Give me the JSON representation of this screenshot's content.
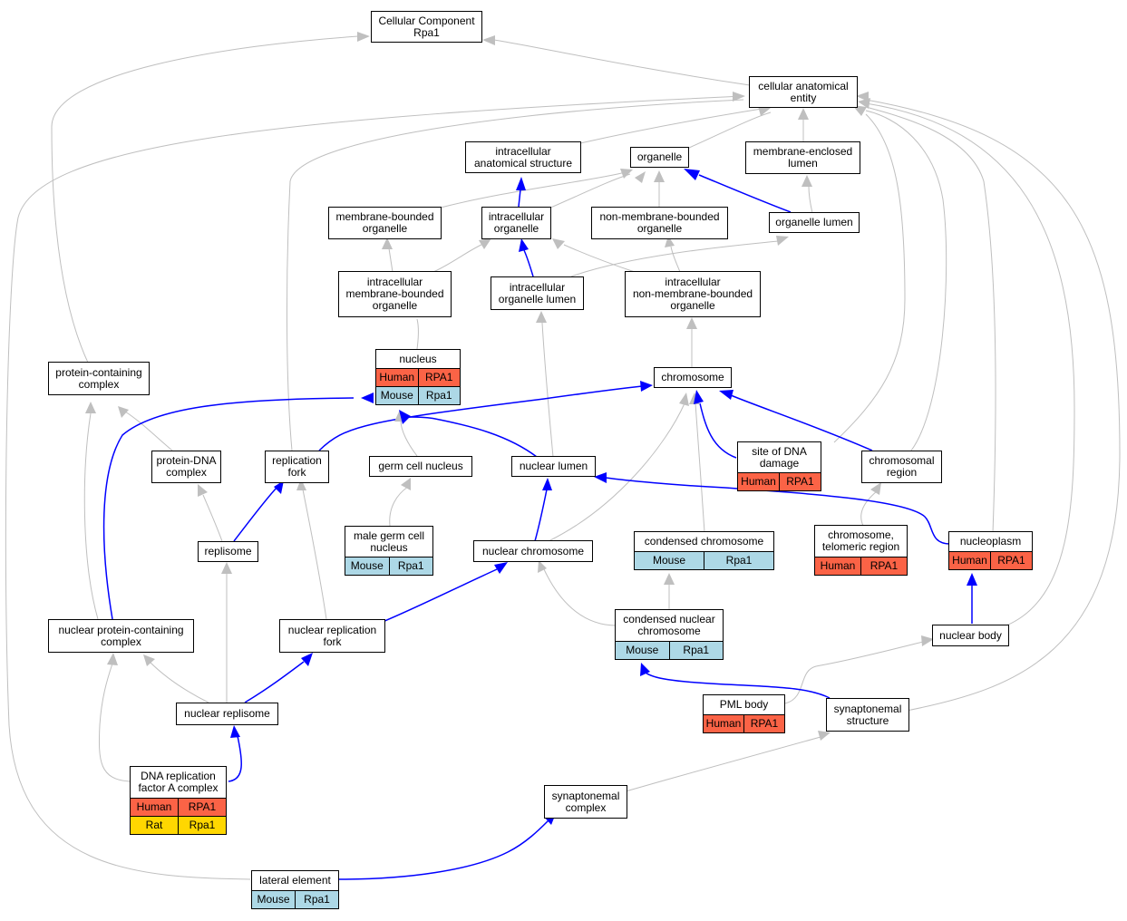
{
  "colors": {
    "human": "#fb6346",
    "mouse": "#add8e6",
    "rat": "#ffd700",
    "gray_edge": "#bfbfbf",
    "blue_edge": "#0000ff"
  },
  "nodes": {
    "root": {
      "label": "Cellular Component\nRpa1"
    },
    "cae": {
      "label": "cellular anatomical\nentity"
    },
    "ias": {
      "label": "intracellular\nanatomical structure"
    },
    "organelle": {
      "label": "organelle"
    },
    "mel": {
      "label": "membrane-enclosed\nlumen"
    },
    "mbo": {
      "label": "membrane-bounded\norganelle"
    },
    "io": {
      "label": "intracellular\norganelle"
    },
    "nmbo": {
      "label": "non-membrane-bounded\norganelle"
    },
    "ol": {
      "label": "organelle lumen"
    },
    "imbo": {
      "label": "intracellular\nmembrane-bounded\norganelle"
    },
    "iol": {
      "label": "intracellular\norganelle lumen"
    },
    "inmbo": {
      "label": "intracellular\nnon-membrane-bounded\norganelle"
    },
    "nucleus": {
      "label": "nucleus",
      "rows": [
        [
          "Human",
          "RPA1"
        ],
        [
          "Mouse",
          "Rpa1"
        ]
      ]
    },
    "pcc": {
      "label": "protein-containing\ncomplex"
    },
    "chromosome": {
      "label": "chromosome"
    },
    "pdna": {
      "label": "protein-DNA\ncomplex"
    },
    "rfork": {
      "label": "replication\nfork"
    },
    "gcn": {
      "label": "germ cell nucleus"
    },
    "nlumen": {
      "label": "nuclear lumen"
    },
    "sdd": {
      "label": "site of DNA\ndamage",
      "rows": [
        [
          "Human",
          "RPA1"
        ]
      ]
    },
    "chreg": {
      "label": "chromosomal\nregion"
    },
    "replisome": {
      "label": "replisome"
    },
    "mgcn": {
      "label": "male germ cell\nnucleus",
      "rows": [
        [
          "Mouse",
          "Rpa1"
        ]
      ]
    },
    "nchrom": {
      "label": "nuclear chromosome"
    },
    "cchrom": {
      "label": "condensed chromosome",
      "rows": [
        [
          "Mouse",
          "Rpa1"
        ]
      ]
    },
    "ctr": {
      "label": "chromosome,\ntelomeric region",
      "rows": [
        [
          "Human",
          "RPA1"
        ]
      ]
    },
    "nucleoplasm": {
      "label": "nucleoplasm",
      "rows": [
        [
          "Human",
          "RPA1"
        ]
      ]
    },
    "npcc": {
      "label": "nuclear protein-containing\ncomplex"
    },
    "nrf": {
      "label": "nuclear replication\nfork"
    },
    "cnc": {
      "label": "condensed nuclear\nchromosome",
      "rows": [
        [
          "Mouse",
          "Rpa1"
        ]
      ]
    },
    "nbody": {
      "label": "nuclear body"
    },
    "nrep": {
      "label": "nuclear replisome"
    },
    "pml": {
      "label": "PML body",
      "rows": [
        [
          "Human",
          "RPA1"
        ]
      ]
    },
    "synstr": {
      "label": "synaptonemal\nstructure"
    },
    "drfa": {
      "label": "DNA replication\nfactor A complex",
      "rows": [
        [
          "Human",
          "RPA1"
        ],
        [
          "Rat",
          "Rpa1"
        ]
      ]
    },
    "syncx": {
      "label": "synaptonemal\ncomplex"
    },
    "latel": {
      "label": "lateral element",
      "rows": [
        [
          "Mouse",
          "Rpa1"
        ]
      ]
    }
  }
}
